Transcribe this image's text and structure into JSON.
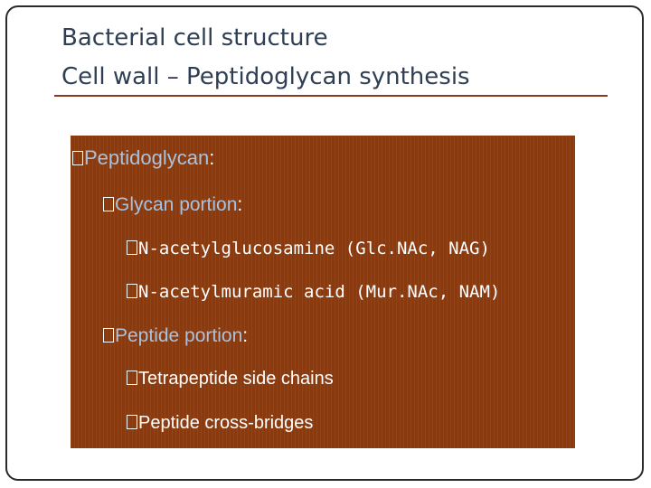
{
  "title": {
    "line1": "Bacterial cell structure",
    "line2": "Cell wall – Peptidoglycan synthesis"
  },
  "content": {
    "item1": {
      "term": "Peptidoglycan",
      "suffix": ":"
    },
    "item1_1": {
      "term": "Glycan portion",
      "suffix": ":"
    },
    "item1_1_1": {
      "text": "N-acetylglucosamine (Glc.NAc, NAG)"
    },
    "item1_1_2": {
      "text": "N-acetylmuramic acid (Mur.NAc, NAM)"
    },
    "item1_2": {
      "term": "Peptide portion",
      "suffix": ":"
    },
    "item1_2_1": {
      "text": "Tetrapeptide side chains"
    },
    "item1_2_2": {
      "text": "Peptide cross-bridges"
    }
  },
  "colors": {
    "content_background": "#8b3a0e",
    "title_text": "#2f3e52",
    "rule": "#8a3a22",
    "heading_text": "#a9c2de"
  }
}
